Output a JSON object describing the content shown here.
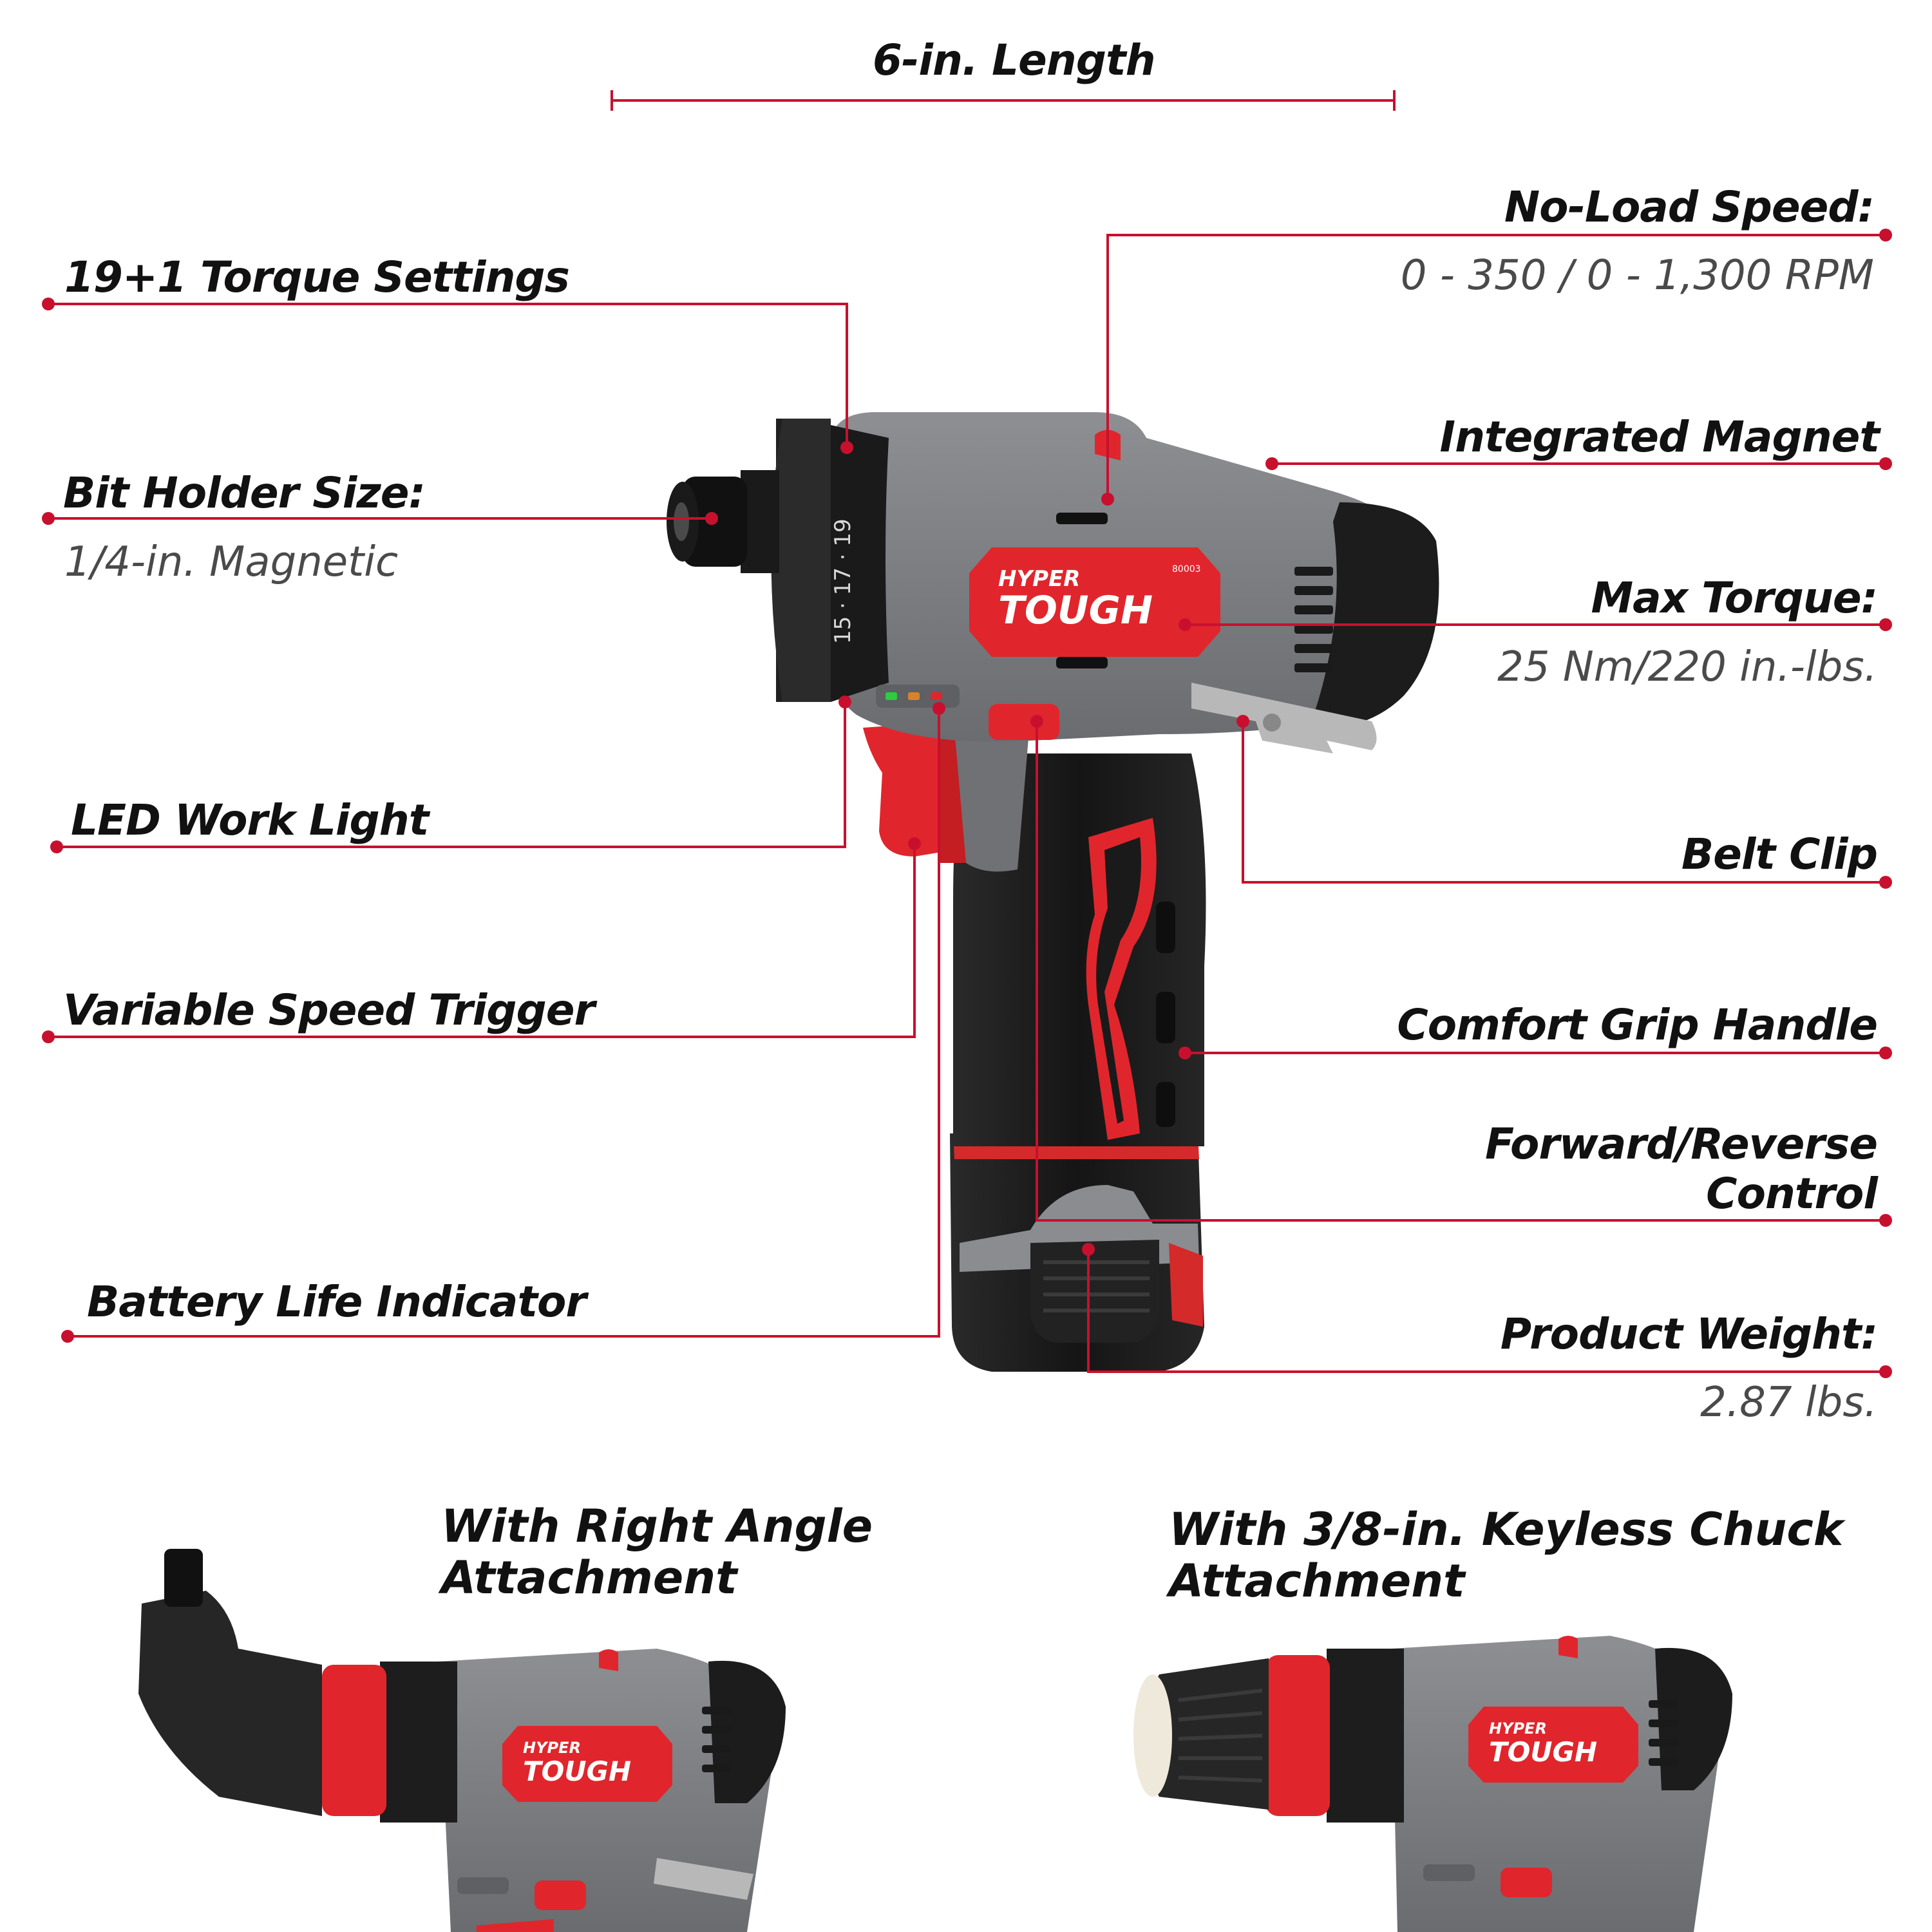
{
  "length_label": "6-in. Length",
  "callouts": {
    "torque_settings": "19+1 Torque Settings",
    "bit_holder_title": "Bit Holder Size:",
    "bit_holder_value": "1/4-in. Magnetic",
    "led_light": "LED Work Light",
    "trigger": "Variable Speed Trigger",
    "battery_indicator": "Battery Life Indicator",
    "speed_title": "No-Load Speed:",
    "speed_value": "0 - 350 / 0 - 1,300 RPM",
    "magnet": "Integrated Magnet",
    "torque_title": "Max Torque:",
    "torque_value": "25 Nm/220 in.-lbs.",
    "belt_clip": "Belt Clip",
    "grip": "Comfort Grip Handle",
    "fr_line1": "Forward/Reverse",
    "fr_line2": "Control",
    "weight_title": "Product Weight:",
    "weight_value": "2.87 lbs."
  },
  "attachments": {
    "right_angle_line1": "With Right Angle",
    "right_angle_line2": "Attachment",
    "chuck_line1": "With 3/8-in. Keyless Chuck",
    "chuck_line2": "Attachment"
  },
  "brand": {
    "line1": "HYPER",
    "line2": "TOUGH",
    "model": "80003"
  },
  "dial_numbers": "15 · 17 · 19",
  "colors": {
    "accent": "#c8102e",
    "body_gray": "#7d7f83",
    "dark": "#1c1c1c",
    "red_part": "#e0262c"
  }
}
